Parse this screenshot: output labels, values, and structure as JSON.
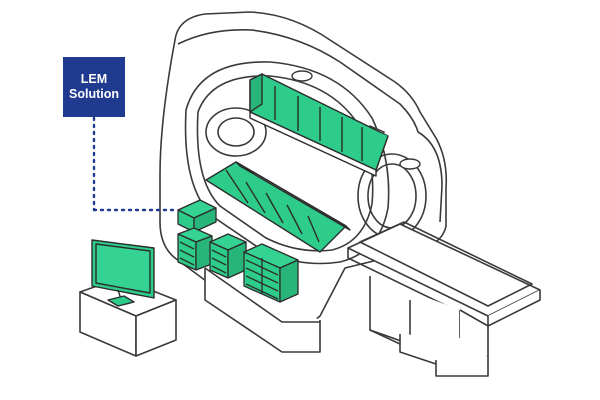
{
  "label_box": {
    "line1": "LEM",
    "line2": "Solution"
  },
  "colors": {
    "component_fill": "#2ecc8a",
    "label_box_fill": "#1f3a8f",
    "outline": "#3a3a3a",
    "connector": "#1f3a8f"
  },
  "icons": {
    "label_box": "lem-solution-badge",
    "scanner": "mri-scanner",
    "monitor": "computer-monitor",
    "desk": "desk",
    "cabinets": "electronics-cabinets",
    "upper_array": "upper-coil-array",
    "lower_array": "lower-coil-array",
    "table": "patient-table"
  }
}
